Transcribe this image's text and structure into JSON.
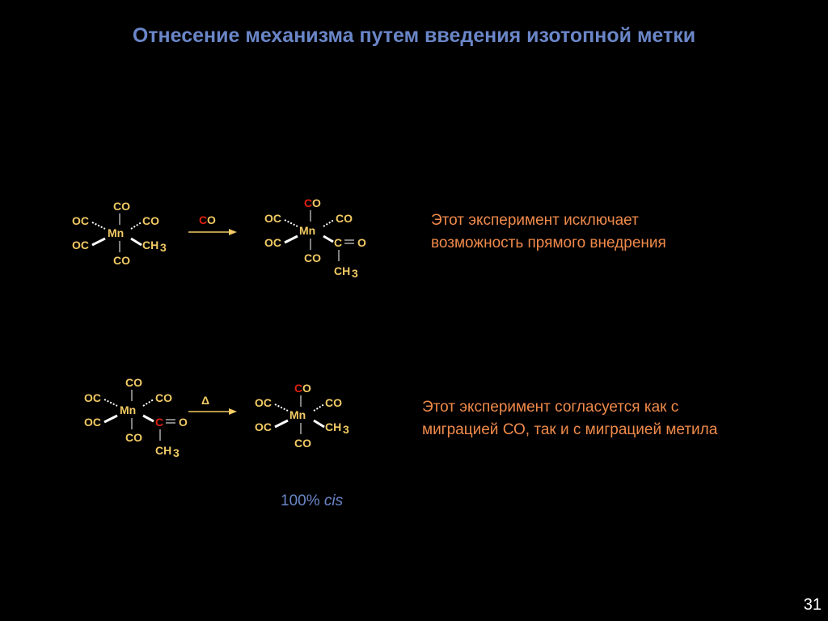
{
  "title": "Отнесение механизма путем введения изотопной метки",
  "labels": {
    "mn": "Mn",
    "oc": "OC",
    "co": "CO",
    "ch3_c": "CH",
    "ch3_sub": "3",
    "c": "C",
    "o": "O",
    "delta": "Δ"
  },
  "reaction1": {
    "reagent_label_c": "C",
    "reagent_label_o": "O"
  },
  "notes": {
    "note1_line1": "Этот эксперимент исключает",
    "note1_line2": "возможность прямого внедрения",
    "note2_line1": "Этот эксперимент согласуется как с",
    "note2_line2": "миграцией СО, так и с миграцией метила"
  },
  "result": {
    "percent": "100%",
    "isomer": "cis"
  },
  "slide_number": "31",
  "colors": {
    "background": "#000000",
    "title": "#6a86c8",
    "structure": "#f2cb64",
    "label_carbon": "#e02010",
    "note": "#f08a4a",
    "cis": "#6a86c8",
    "slide_number": "#ffffff",
    "bond": "#ffffff"
  }
}
